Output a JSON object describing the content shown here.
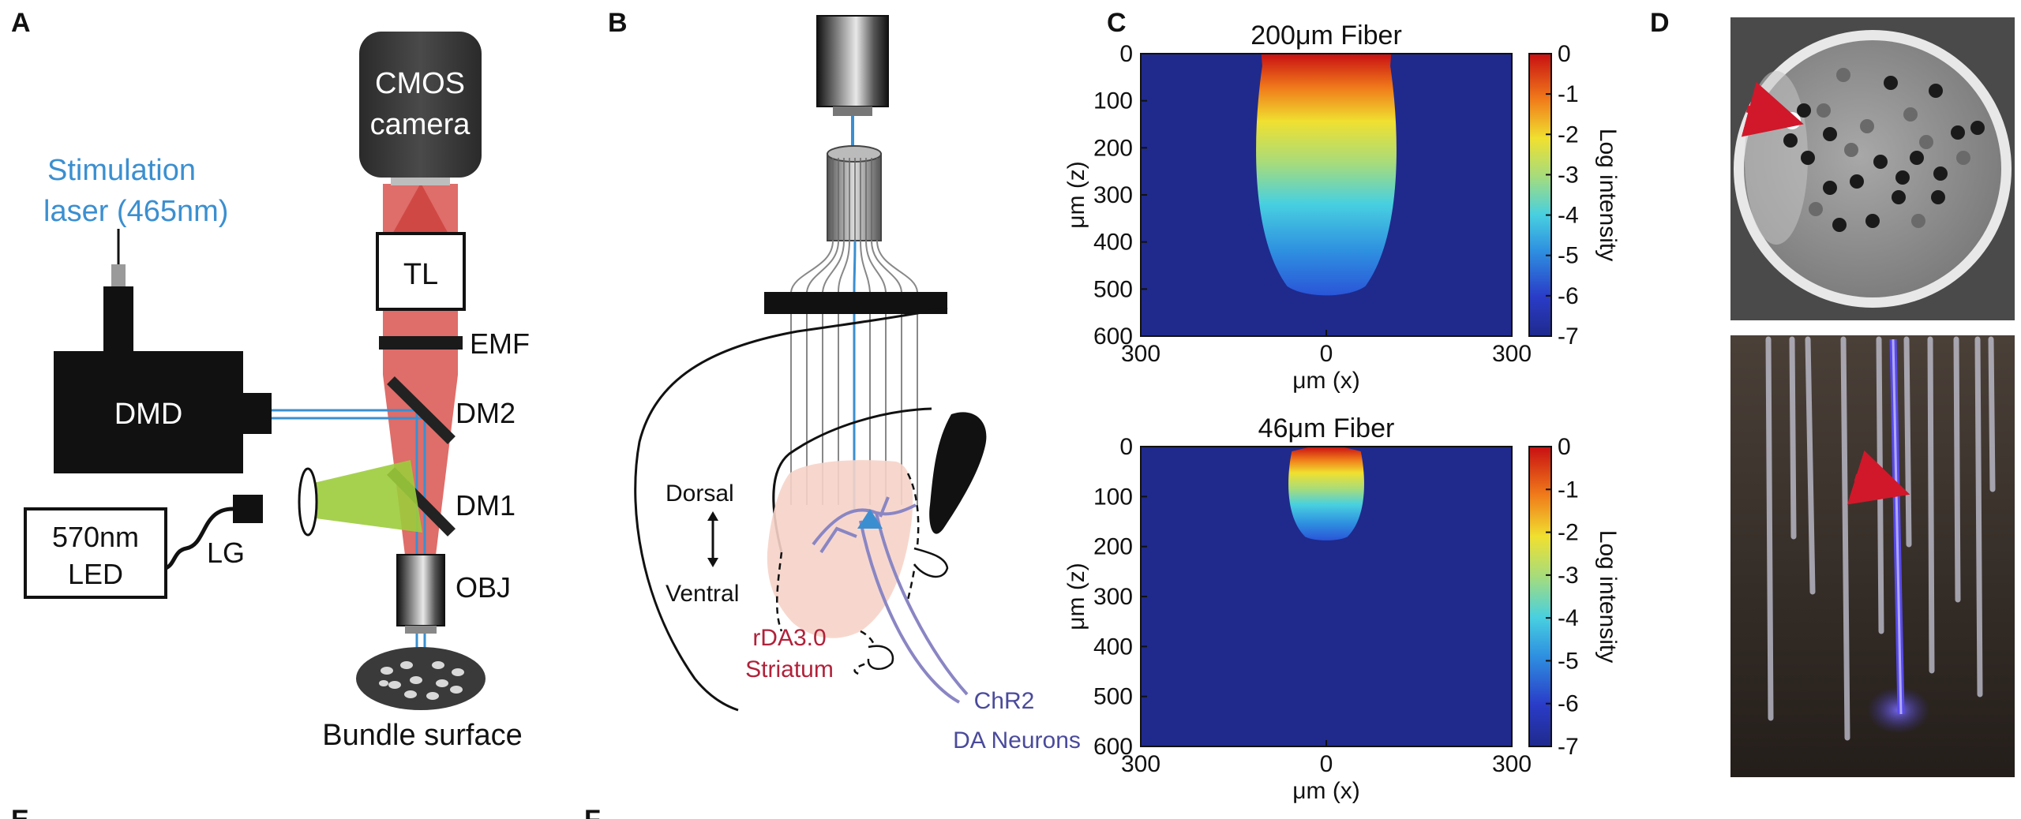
{
  "panels": {
    "A": {
      "letter": "A",
      "stim_line1": "Stimulation",
      "stim_line2": "laser (465nm)",
      "cmos_line1": "CMOS",
      "cmos_line2": "camera",
      "tl": "TL",
      "emf": "EMF",
      "dmd": "DMD",
      "dm2": "DM2",
      "dm1": "DM1",
      "led_line1": "570nm",
      "led_line2": "LED",
      "lg": "LG",
      "obj": "OBJ",
      "bundle": "Bundle surface",
      "colors": {
        "blue": "#3b8fd0",
        "red": "#d9534f",
        "green": "#9ccc3c"
      }
    },
    "B": {
      "letter": "B",
      "dorsal": "Dorsal",
      "ventral": "Ventral",
      "rda_line1": "rDA3.0",
      "rda_line2": "Striatum",
      "chr2_line1": "ChR2",
      "chr2_line2": "DA Neurons",
      "colors": {
        "striatum_fill": "#f6d3c8",
        "rda_text": "#b0223a",
        "neuron": "#8a86c4",
        "chr2_text": "#4a4a9c"
      }
    },
    "C": {
      "letter": "C",
      "colorbar_ticks": [
        "0",
        "-1",
        "-2",
        "-3",
        "-4",
        "-5",
        "-6",
        "-7"
      ],
      "colorbar_label": "Log intensity"
    },
    "D": {
      "letter": "D",
      "arrow_color": "#d0182a"
    },
    "E": {
      "letter": "E"
    },
    "F": {
      "letter": "F"
    }
  },
  "chart_data": [
    {
      "type": "heatmap",
      "title": "200μm Fiber",
      "xlabel": "μm (x)",
      "ylabel": "μm (z)",
      "xlim": [
        -300,
        300
      ],
      "ylim": [
        600,
        0
      ],
      "x_ticks": [
        "300",
        "0",
        "300"
      ],
      "y_ticks": [
        "0",
        "100",
        "200",
        "300",
        "400",
        "500",
        "600"
      ],
      "colorbar_label": "Log intensity",
      "colorbar_range": [
        -7,
        0
      ],
      "source_width_um": 200,
      "illuminated_extent": {
        "half_width_um": 115,
        "depth_um": 520
      }
    },
    {
      "type": "heatmap",
      "title": "46μm Fiber",
      "xlabel": "μm (x)",
      "ylabel": "μm (z)",
      "xlim": [
        -300,
        300
      ],
      "ylim": [
        600,
        0
      ],
      "x_ticks": [
        "300",
        "0",
        "300"
      ],
      "y_ticks": [
        "0",
        "100",
        "200",
        "300",
        "400",
        "500",
        "600"
      ],
      "colorbar_label": "Log intensity",
      "colorbar_range": [
        -7,
        0
      ],
      "source_width_um": 46,
      "illuminated_extent": {
        "half_width_um": 62,
        "depth_um": 190
      }
    }
  ]
}
